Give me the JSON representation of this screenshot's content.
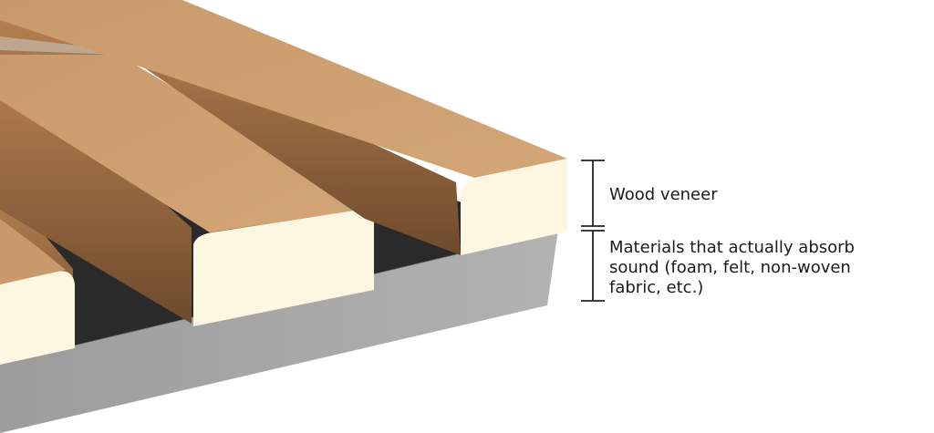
{
  "annotations": {
    "wood_veneer": "Wood veneer",
    "absorb_lines": [
      "Materials that actually absorb",
      "sound (foam, felt, non-woven",
      "fabric, etc.)"
    ]
  },
  "colors": {
    "background": "#ffffff",
    "wood_top": "#cfa273",
    "wood_side": "#a36f45",
    "wood_cut_face": "#fdf6e1",
    "backing_black": "#2a2a2a",
    "base_gray": "#a9a9a9",
    "bracket": "#222222"
  }
}
